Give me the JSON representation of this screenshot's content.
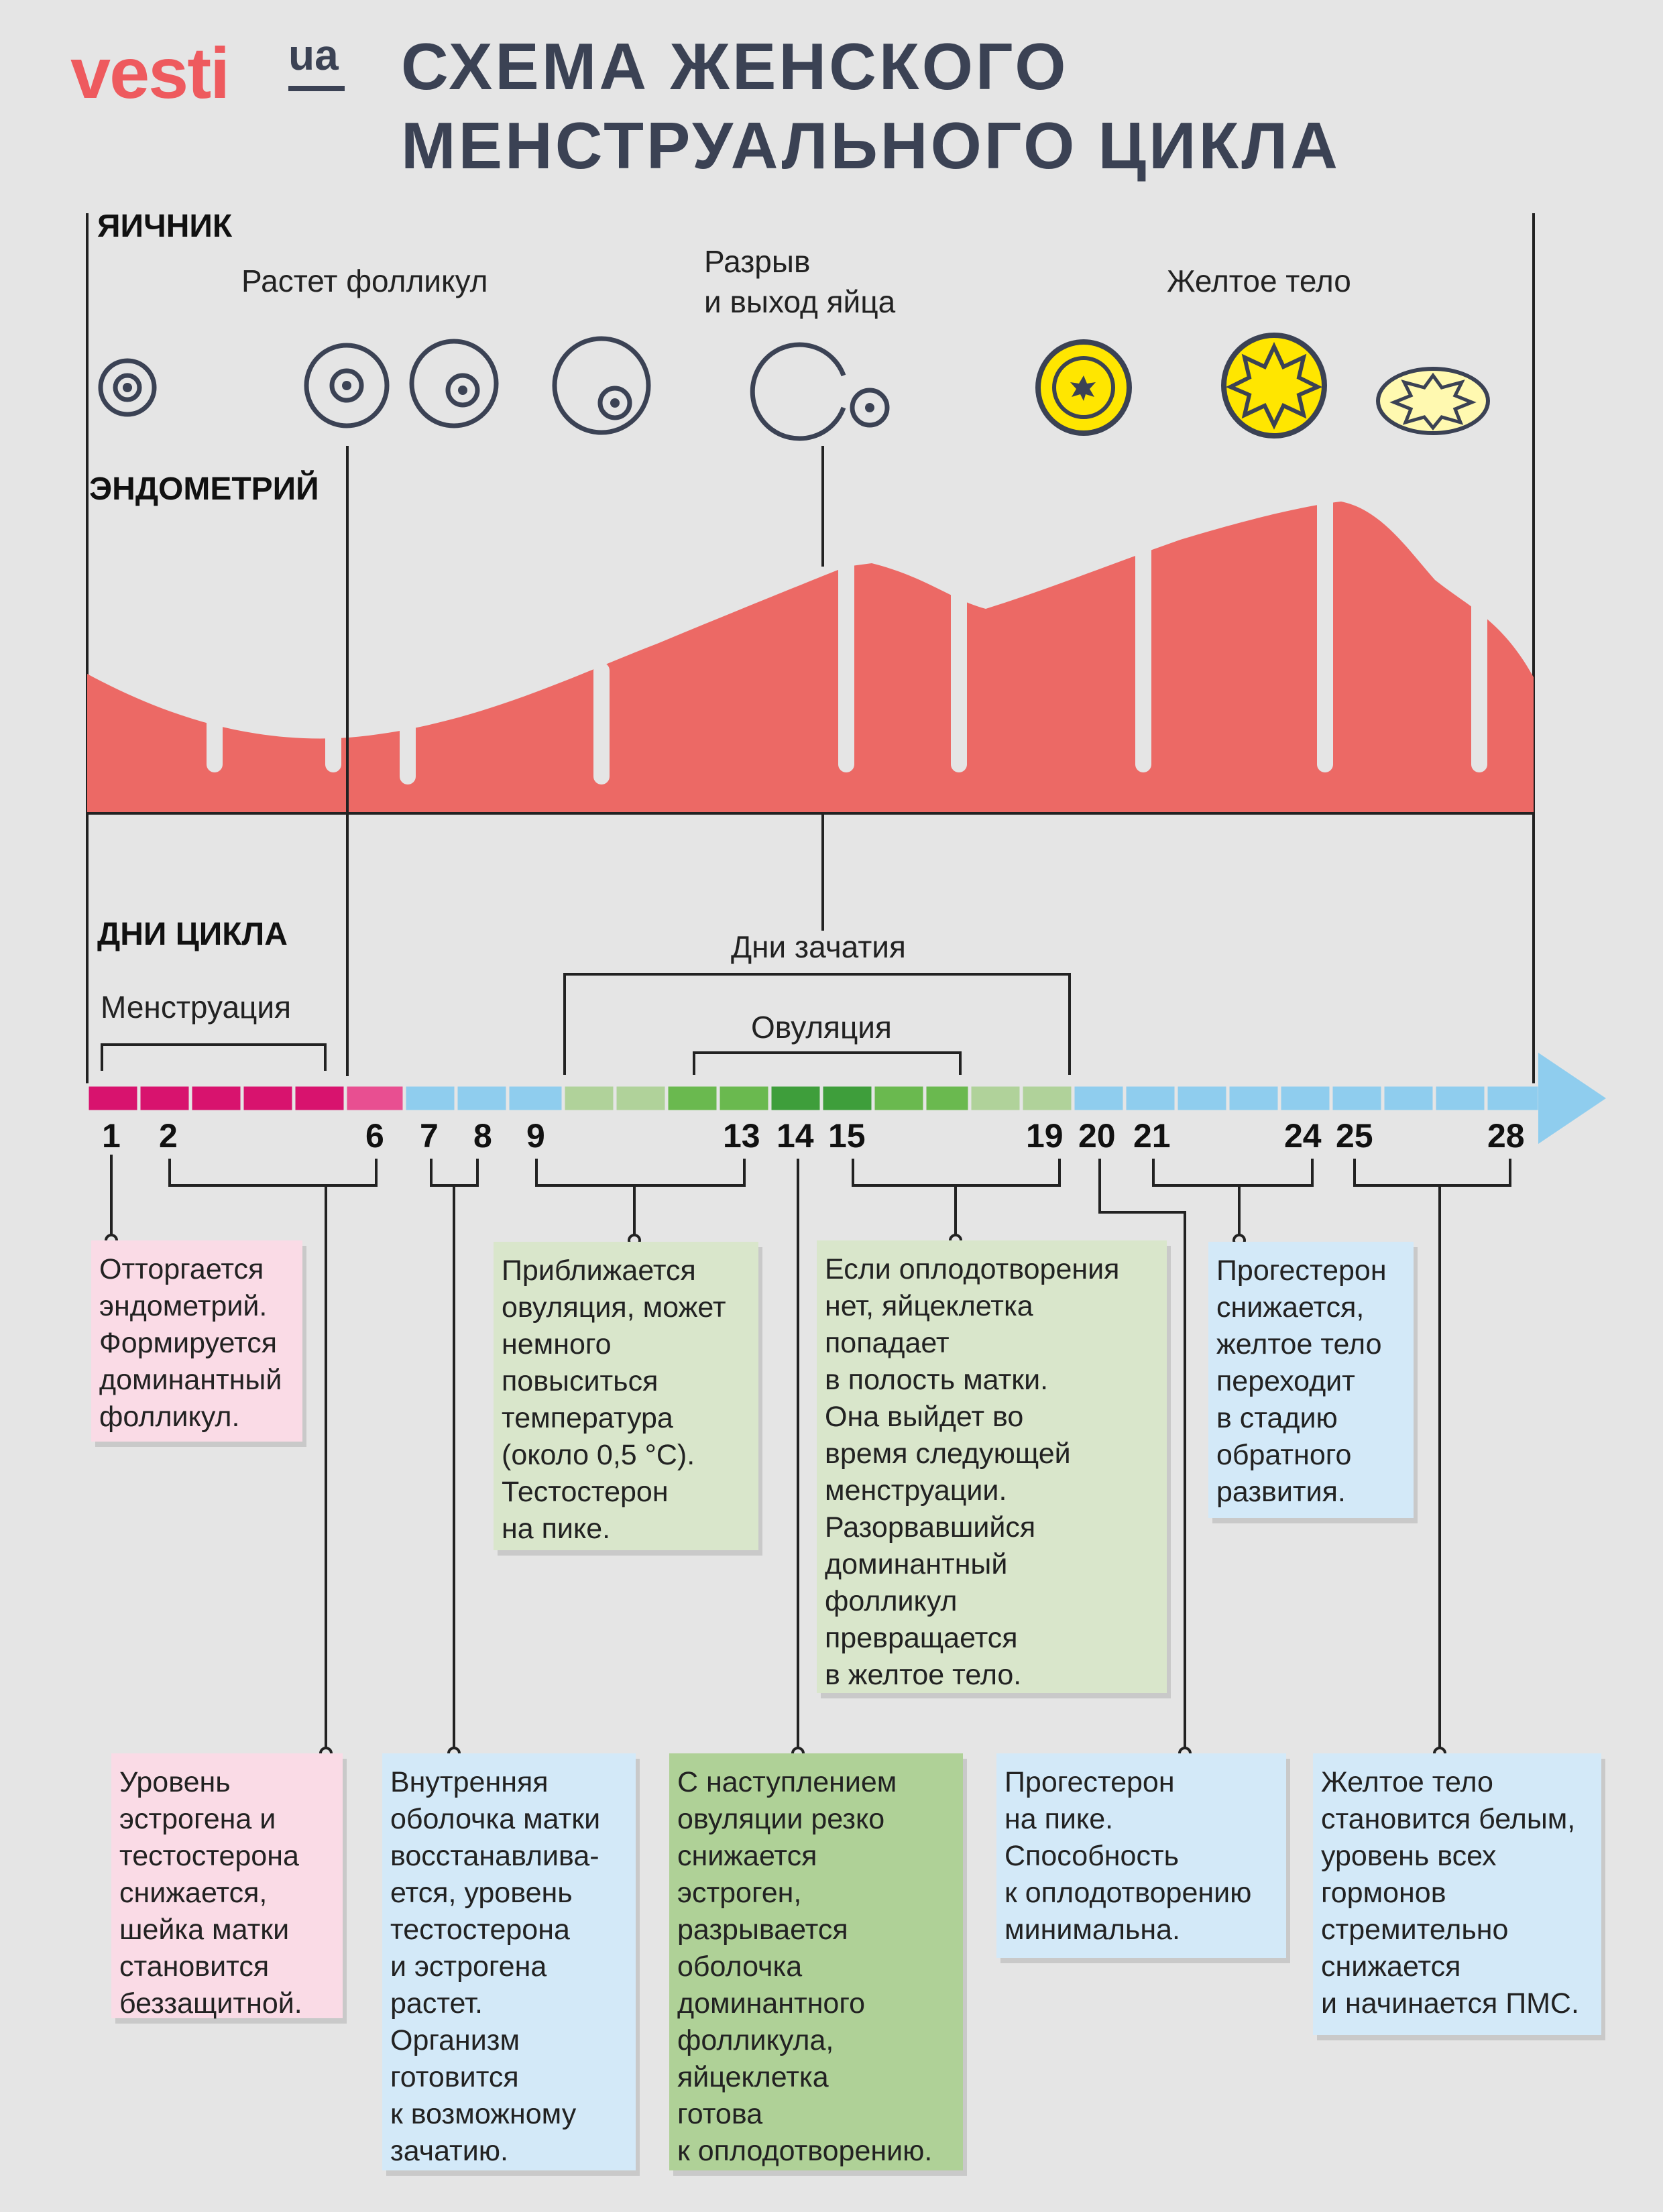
{
  "header": {
    "logo_text": "vesti",
    "logo_suffix": "ua",
    "title_line1": "СХЕМА ЖЕНСКОГО",
    "title_line2": "МЕНСТРУАЛЬНОГО ЦИКЛА"
  },
  "sections": {
    "ovary": "ЯИЧНИК",
    "endometrium": "ЭНДОМЕТРИЙ",
    "cycle_days": "ДНИ  ЦИКЛА"
  },
  "ovary_labels": {
    "follicle_grows": "Растет фолликул",
    "rupture_line1": "Разрыв",
    "rupture_line2": "и выход яйца",
    "corpus_luteum": "Желтое тело"
  },
  "timeline_labels": {
    "conception_days": "Дни зачатия",
    "ovulation": "Овуляция",
    "menstruation": "Менструация"
  },
  "day_numbers": [
    "1",
    "2",
    "6",
    "7",
    "8",
    "9",
    "13",
    "14",
    "15",
    "19",
    "20",
    "21",
    "24",
    "25",
    "28"
  ],
  "timeline_colors": {
    "menstruation": "#d8136e",
    "menstruation_end": "#e84f91",
    "follicular": "#8fcdee",
    "fertile_light": "#b0d29a",
    "fertile_mid": "#6ab94f",
    "ovulation_peak": "#3e9e3b",
    "luteal": "#8fcdee",
    "endometrium": "#ec6965"
  },
  "notes": {
    "day1": "Отторгается\nэндометрий.\nФормируется\nдоминантный\nфолликул.",
    "days9_13": "Приближается\nовуляция, может\nнемного\nповыситься\nтемпература\n(около 0,5 °C).\nТестостерон\nна пике.",
    "days15_19": "Если оплодотворения\nнет, яйцеклетка\nпопадает\nв полость матки.\nОна выйдет во\nвремя следующей\nменструации.\nРазорвавшийся\nдоминантный\nфолликул\nпревращается\nв желтое тело.",
    "days21_24": "Прогестерон\nснижается,\nжелтое тело\nпереходит\nв стадию\nобратного\nразвития.",
    "days2_6": "Уровень\nэстрогена и\nтестостерона\nснижается,\nшейка матки\nстановится\nбеззащитной.",
    "days7_8": "Внутренняя\nоболочка матки\nвосстанавлива-\nется, уровень\nтестостерона\nи эстрогена\nрастет.\nОрганизм\nготовится\nк возможному\nзачатию.",
    "day14": "С наступлением\nовуляции резко\nснижается\nэстроген,\nразрывается\nоболочка\nдоминантного\nфолликула,\nяйцеклетка\nготова\nк оплодотворению.",
    "day20": "Прогестерон\nна пике.\nСпособность\nк оплодотворению\nминимальна.",
    "days25_28": "Желтое тело\nстановится белым,\nуровень всех\nгормонов\nстремительно\nснижается\nи начинается ПМС."
  }
}
